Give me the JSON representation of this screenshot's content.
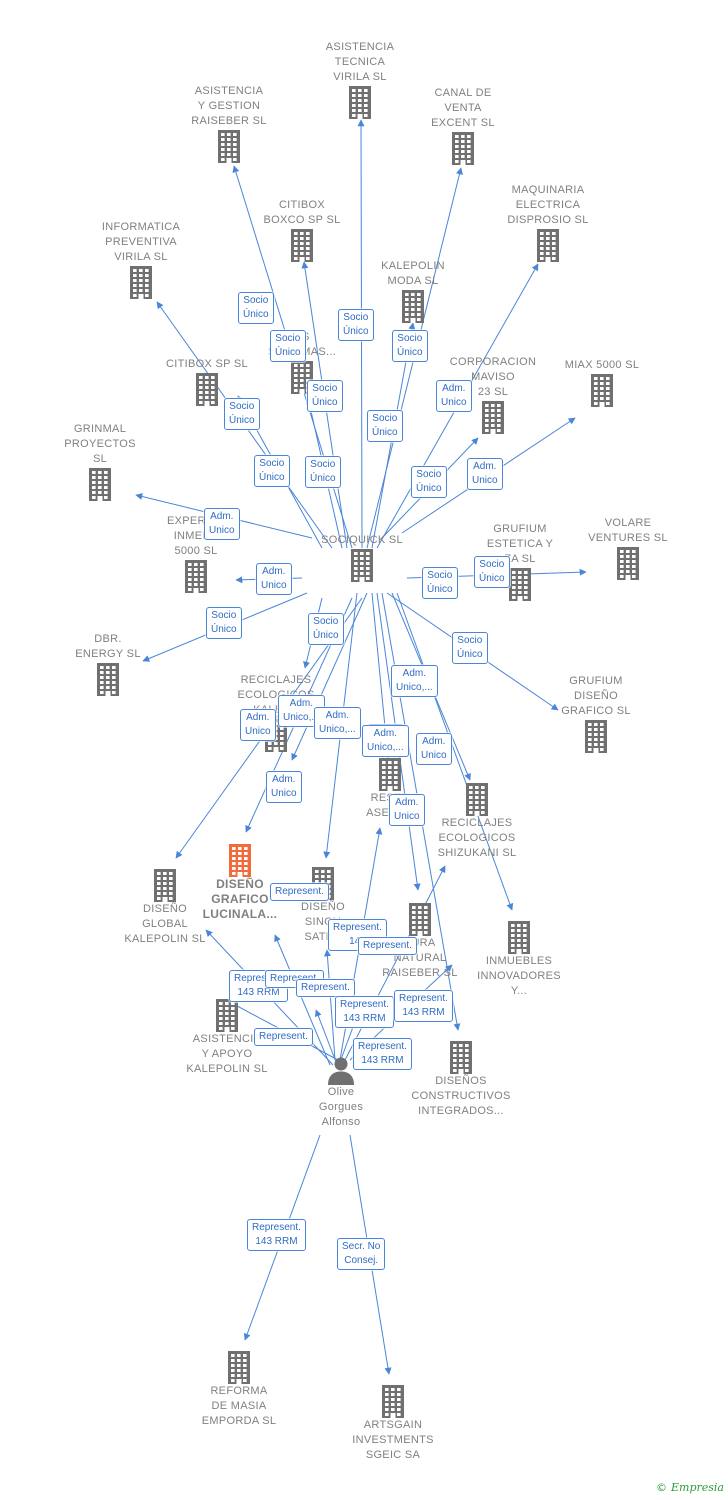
{
  "colors": {
    "edge": "#4a86d8",
    "building": "#707070",
    "building_highlight": "#f26b3a",
    "text": "#808080",
    "badge_text": "#2f6cc4"
  },
  "nodes": [
    {
      "id": "asistencia_tecnica",
      "label": "ASISTENCIA\nTECNICA\nVIRILA  SL",
      "icon": "building-icon"
    },
    {
      "id": "asistencia_gestion",
      "label": "ASISTENCIA\nY GESTION\nRAISEBER  SL",
      "icon": "building-icon"
    },
    {
      "id": "canal_venta",
      "label": "CANAL DE\nVENTA\nEXCENT  SL",
      "icon": "building-icon"
    },
    {
      "id": "maquinaria",
      "label": "MAQUINARIA\nELECTRICA\nDISPROSIO  SL",
      "icon": "building-icon"
    },
    {
      "id": "citibox_boxco",
      "label": "CITIBOX\nBOXCO SP  SL",
      "icon": "building-icon"
    },
    {
      "id": "informatica",
      "label": "INFORMATICA\nPREVENTIVA\nVIRILA  SL",
      "icon": "building-icon"
    },
    {
      "id": "kalepolin_moda",
      "label": "KALEPOLIN\nMODA  SL",
      "icon": "building-icon"
    },
    {
      "id": "corporacion",
      "label": "CORPORACION\nMAVISO\n23  SL",
      "icon": "building-icon"
    },
    {
      "id": "miax",
      "label": "MIAX 5000  SL",
      "icon": "building-icon"
    },
    {
      "id": "citibox_sp",
      "label": "CITIBOX SP  SL",
      "icon": "building-icon"
    },
    {
      "id": "sistemas",
      "label": "AS\nSISTEMAS...",
      "icon": "building-icon"
    },
    {
      "id": "grinmal",
      "label": "GRINMAL\nPROYECTOS\nSL",
      "icon": "building-icon"
    },
    {
      "id": "experien",
      "label": "EXPERIEN\nINMERS\n5000  SL",
      "icon": "building-icon"
    },
    {
      "id": "sociquick",
      "label": "SOCIQUICK  SL",
      "icon": "building-icon"
    },
    {
      "id": "grufium_estetica",
      "label": "GRUFIUM\nESTETICA Y\nZA  SL",
      "icon": "building-icon"
    },
    {
      "id": "volare",
      "label": "VOLARE\nVENTURES  SL",
      "icon": "building-icon"
    },
    {
      "id": "dbr",
      "label": "DBR.\nENERGY  SL",
      "icon": "building-icon"
    },
    {
      "id": "grufium_diseno",
      "label": "GRUFIUM\nDISEÑO\nGRAFICO  SL",
      "icon": "building-icon"
    },
    {
      "id": "reciclajes_kalep",
      "label": "RECICLAJES\nECOLOGICOS\nKALEP...",
      "icon": "building-icon"
    },
    {
      "id": "restr",
      "label": "RESTR\nASESOR",
      "icon": "building-icon"
    },
    {
      "id": "reciclajes_shiz",
      "label": "RECICLAJES\nECOLOGICOS\nSHIZUKANI  SL",
      "icon": "building-icon"
    },
    {
      "id": "diseno_global",
      "label": "DISEÑO\nGLOBAL\nKALEPOLIN  SL",
      "icon": "building-icon"
    },
    {
      "id": "diseno_lucinala",
      "label": "DISEÑO\nGRAFICO\nLUCINALA...",
      "icon": "building-icon",
      "highlight": true
    },
    {
      "id": "diseno_singu",
      "label": "DISEÑO\nSINGU\nSATEN",
      "icon": "building-icon"
    },
    {
      "id": "natural",
      "label": "TURA\nNATURAL\nRAISEBER  SL",
      "icon": "building-icon"
    },
    {
      "id": "inmuebles",
      "label": "INMUEBLES\nINNOVADORES\nY...",
      "icon": "building-icon"
    },
    {
      "id": "asistencia_apoyo",
      "label": "ASISTENCIA\nY APOYO\nKALEPOLIN  SL",
      "icon": "building-icon"
    },
    {
      "id": "disenos_constructivos",
      "label": "DISEÑOS\nCONSTRUCTIVOS\nINTEGRADOS...",
      "icon": "building-icon"
    },
    {
      "id": "olive",
      "label": "Olive\nGorgues\nAlfonso",
      "icon": "person-icon"
    },
    {
      "id": "reforma",
      "label": "REFORMA\nDE MASIA\nEMPORDA  SL",
      "icon": "building-icon"
    },
    {
      "id": "artsgain",
      "label": "ARTSGAIN\nINVESTMENTS\nSGEIC SA",
      "icon": "building-icon"
    }
  ],
  "badges": [
    "Socio\nÚnico",
    "Socio\nÚnico",
    "Socio\nÚnico",
    "Socio\nÚnico",
    "Socio\nÚnico",
    "Socio\nÚnico",
    "Socio\nÚnico",
    "Socio\nÚnico",
    "Socio\nÚnico",
    "Socio\nÚnico",
    "Socio\nÚnico",
    "Socio\nÚnico",
    "Socio\nÚnico",
    "Socio\nÚnico",
    "Socio\nÚnico",
    "Adm.\nUnico",
    "Adm.\nUnico",
    "Adm.\nUnico",
    "Adm.\nUnico",
    "Adm.\nUnico",
    "Adm.\nUnico",
    "Adm.\nUnico",
    "Adm.\nUnico",
    "Adm.\nUnico",
    "Adm.\nUnico,...",
    "Adm.\nUnico,...",
    "Adm.\nUnico,...",
    "Adm.\nUnico,...",
    "Represent.",
    "Represent.\n143",
    "Represent.",
    "Represent.\n143 RRM",
    "Represent.",
    "Represent.",
    "Represent.\n143 RRM",
    "Represent.\n143 RRM",
    "Represent.",
    "Represent.\n143 RRM",
    "Represent.\n143 RRM",
    "Secr.  No\nConsej."
  ],
  "footer": {
    "copyright": "©",
    "brand": "Empresia"
  }
}
